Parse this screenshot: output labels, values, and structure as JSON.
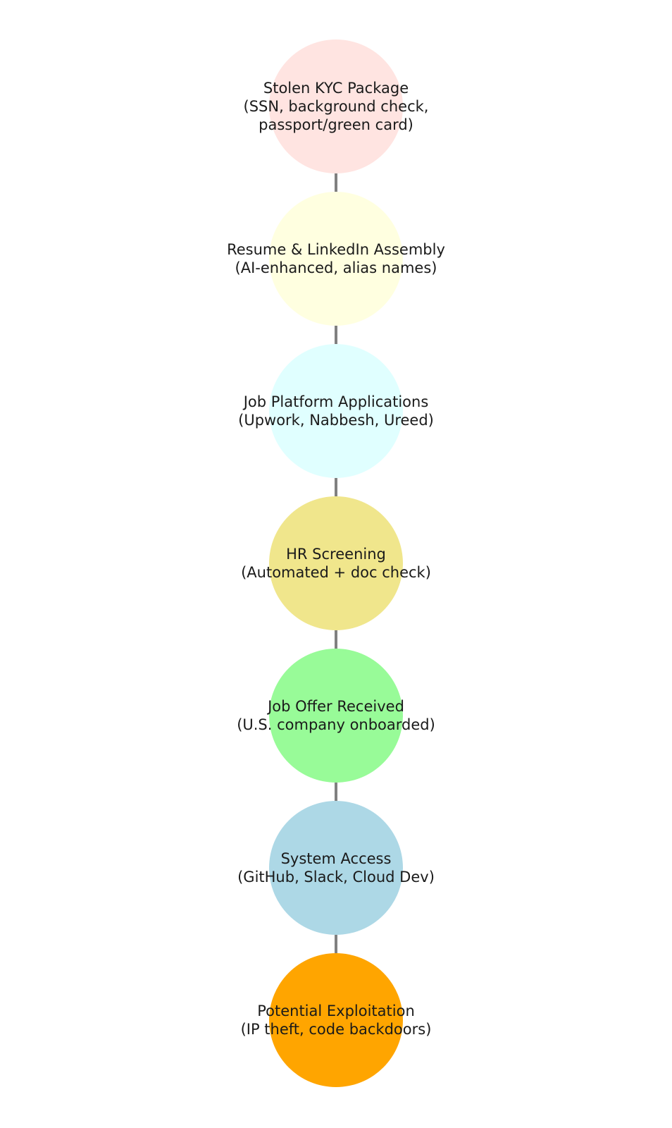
{
  "nodes": [
    {
      "id": "stolen-kyc",
      "lines": [
        "Stolen KYC Package",
        "(SSN, background check,",
        "passport/green card)"
      ],
      "color": "#ffe4e1"
    },
    {
      "id": "resume-linkedin",
      "lines": [
        "Resume & LinkedIn Assembly",
        "(AI-enhanced, alias names)"
      ],
      "color": "#ffffe0"
    },
    {
      "id": "job-platform",
      "lines": [
        "Job Platform Applications",
        "(Upwork, Nabbesh, Ureed)"
      ],
      "color": "#e0ffff"
    },
    {
      "id": "hr-screening",
      "lines": [
        "HR Screening",
        "(Automated + doc check)"
      ],
      "color": "#f0e68c"
    },
    {
      "id": "job-offer",
      "lines": [
        "Job Offer Received",
        "(U.S. company onboarded)"
      ],
      "color": "#98fb98"
    },
    {
      "id": "system-access",
      "lines": [
        "System Access",
        "(GitHub, Slack, Cloud Dev)"
      ],
      "color": "#add8e6"
    },
    {
      "id": "potential-exploitation",
      "lines": [
        "Potential Exploitation",
        "(IP theft, code backdoors)"
      ],
      "color": "#ffa500"
    }
  ],
  "edge_color": "#808080"
}
